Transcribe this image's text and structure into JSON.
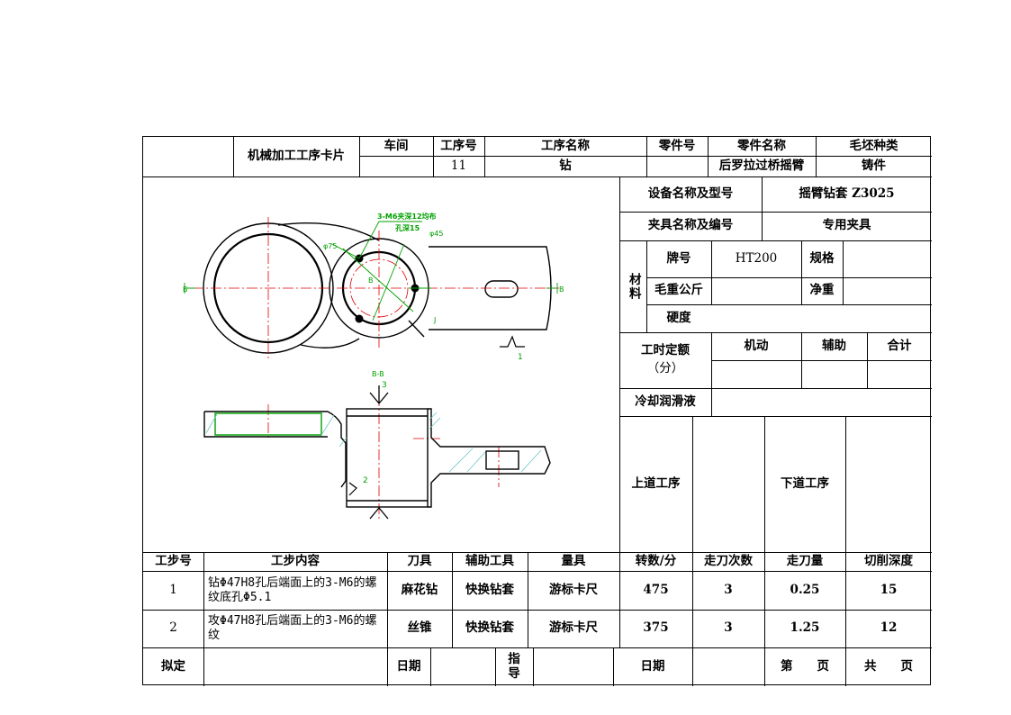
{
  "header": {
    "card_title": "机械加工工序卡片",
    "workshop_label": "车间",
    "op_no_label": "工序号",
    "op_name_label": "工序名称",
    "part_no_label": "零件号",
    "part_name_label": "零件名称",
    "blank_type_label": "毛坯种类",
    "workshop_value": "",
    "op_no_value": "11",
    "op_name_value": "钻",
    "part_no_value": "",
    "part_name_value": "后罗拉过桥摇臂",
    "blank_type_value": "铸件"
  },
  "side": {
    "equipment_label": "设备名称及型号",
    "equipment_value": "摇臂钻套 Z3025",
    "fixture_label": "夹具名称及编号",
    "fixture_value": "专用夹具",
    "material_label": "材料",
    "grade_label": "牌号",
    "grade_value": "HT200",
    "spec_label": "规格",
    "spec_value": "",
    "gross_weight_label": "毛重公斤",
    "gross_weight_value": "",
    "net_weight_label": "净重",
    "net_weight_value": "",
    "hardness_label": "硬度",
    "hardness_value": "",
    "time_label_1": "工时定额",
    "time_label_2": "（分）",
    "machine_label": "机动",
    "aux_label": "辅助",
    "total_label": "合计",
    "coolant_label": "冷却润滑液",
    "prev_op_label": "上道工序",
    "next_op_label": "下道工序"
  },
  "drawing": {
    "note_1": "3-M6夹深12均布",
    "note_2": "孔深15",
    "dia_75": "φ75",
    "dia_45": "φ45",
    "label_b": "B",
    "label_j": "J",
    "label_1": "1",
    "label_2": "2",
    "label_3": "3",
    "section_label": "B-B",
    "line_color": "#000000",
    "center_color": "#e00000",
    "dim_color": "#00a000"
  },
  "steps": {
    "headers": [
      "工步号",
      "工步内容",
      "刀具",
      "辅助工具",
      "量具",
      "转数/分",
      "走刀次数",
      "走刀量",
      "切削深度"
    ],
    "rows": [
      {
        "no": "1",
        "content": "钻Φ47H8孔后端面上的3-M6的螺纹底孔Φ5.1",
        "tool": "麻花钻",
        "aux_tool": "快换钻套",
        "gauge": "游标卡尺",
        "rpm": "475",
        "passes": "3",
        "feed": "0.25",
        "depth": "15"
      },
      {
        "no": "2",
        "content": "攻Φ47H8孔后端面上的3-M6的螺纹",
        "tool": "丝锥",
        "aux_tool": "快换钻套",
        "gauge": "游标卡尺",
        "rpm": "375",
        "passes": "3",
        "feed": "1.25",
        "depth": "12"
      }
    ]
  },
  "footer": {
    "drafted_label": "拟定",
    "date_label_1": "日期",
    "guide_label": "指导",
    "date_label_2": "日期",
    "page_label": "第　　页",
    "total_pages_label": "共　　页"
  }
}
